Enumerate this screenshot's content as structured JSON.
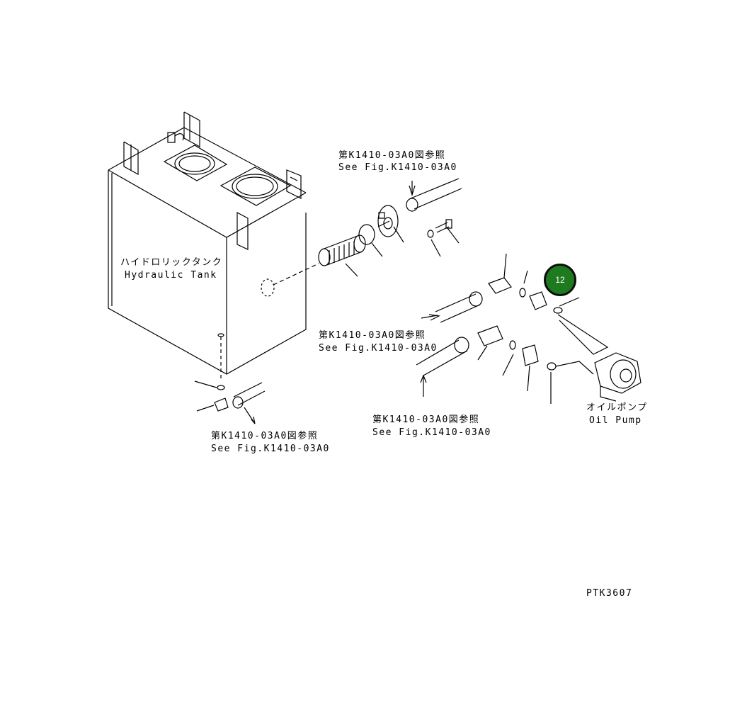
{
  "drawing_id": "PTK3607",
  "callout": {
    "number": "12",
    "color": "#1f7a1f"
  },
  "labels": {
    "tank": {
      "jp": "ハイドロリックタンク",
      "en": "Hydraulic Tank"
    },
    "pump": {
      "jp": "オイルポンプ",
      "en": "Oil Pump"
    },
    "ref_top": {
      "jp": "第K1410-03A0図参照",
      "en": "See Fig.K1410-03A0"
    },
    "ref_middle": {
      "jp": "第K1410-03A0図参照",
      "en": "See Fig.K1410-03A0"
    },
    "ref_lower": {
      "jp": "第K1410-03A0図参照",
      "en": "See Fig.K1410-03A0"
    },
    "ref_bottom_left": {
      "jp": "第K1410-03A0図参照",
      "en": "See Fig.K1410-03A0"
    }
  }
}
